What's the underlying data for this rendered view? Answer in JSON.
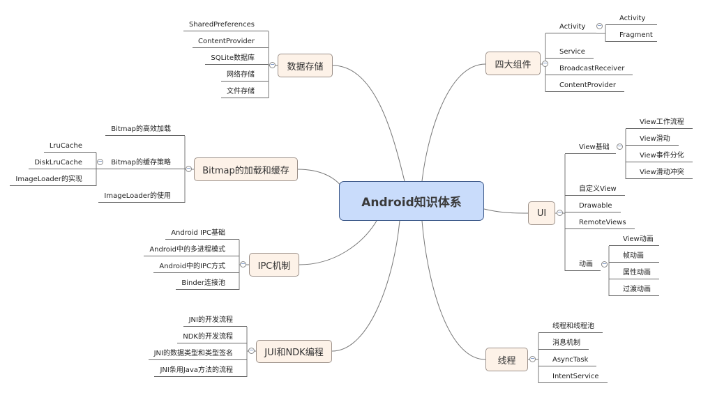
{
  "center": "Android知识体系",
  "storage": {
    "label": "数据存储",
    "items": [
      "SharedPreferences",
      "ContentProvider",
      "SQLite数据库",
      "网络存储",
      "文件存储"
    ]
  },
  "components": {
    "label": "四大组件",
    "activity": {
      "label": "Activity",
      "items": [
        "Activity",
        "Fragment"
      ]
    },
    "items": [
      "Service",
      "BroadcastReceiver",
      "ContentProvider"
    ]
  },
  "bitmap": {
    "label": "Bitmap的加载和缓存",
    "items": [
      "Bitmap的高效加载",
      "Bitmap的缓存策略",
      "ImageLoader的使用"
    ],
    "cache_items": [
      "LruCache",
      "DiskLruCache",
      "ImageLoader的实现"
    ]
  },
  "ui": {
    "label": "UI",
    "view_basics": {
      "label": "View基础",
      "items": [
        "View工作流程",
        "View滑动",
        "View事件分化",
        "View滑动冲突"
      ]
    },
    "items": [
      "自定义View",
      "Drawable",
      "RemoteViews"
    ],
    "animation": {
      "label": "动画",
      "items": [
        "View动画",
        "帧动画",
        "属性动画",
        "过渡动画"
      ]
    }
  },
  "ipc": {
    "label": "IPC机制",
    "items": [
      "Android IPC基础",
      "Android中的多进程模式",
      "Android中的IPC方式",
      "Binder连接池"
    ]
  },
  "jni": {
    "label": "JUI和NDK编程",
    "items": [
      "JNI的开发流程",
      "NDK的开发流程",
      "JNI的数据类型和类型签名",
      "JNI条用Java方法的流程"
    ]
  },
  "thread": {
    "label": "线程",
    "items": [
      "线程和线程池",
      "消息机制",
      "AsyncTask",
      "IntentService"
    ]
  },
  "toggle_symbol": "−"
}
